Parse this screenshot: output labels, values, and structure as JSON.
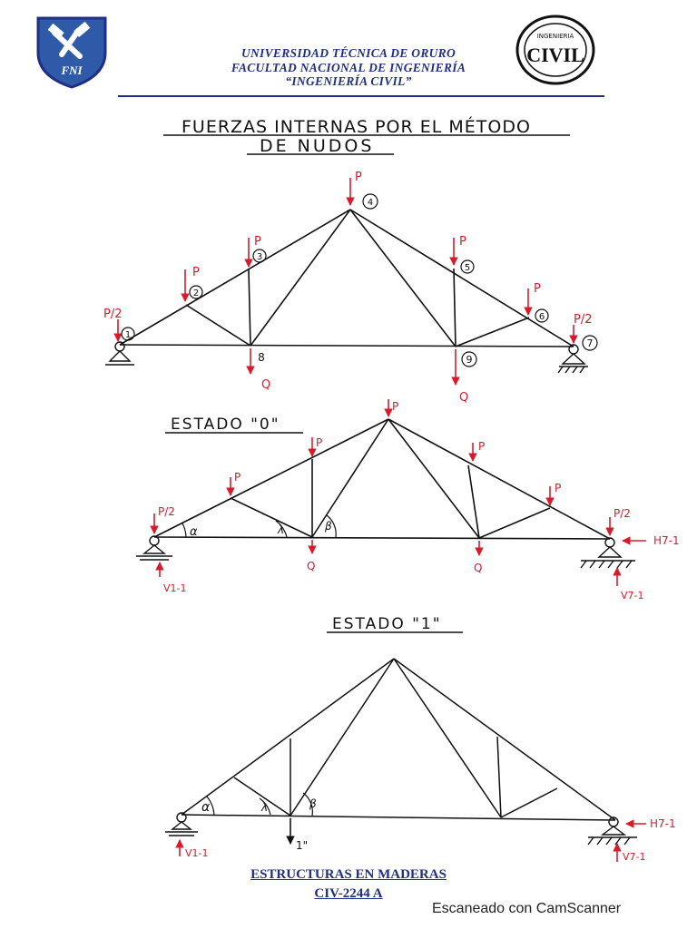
{
  "header": {
    "line1": "UNIVERSIDAD TÉCNICA DE ORURO",
    "line2": "FACULTAD NACIONAL DE INGENIERÍA",
    "line3": "“INGENIERÍA CIVIL”",
    "fni_logo_text": "FNI",
    "civil_logo_text": "CIVIL",
    "civil_logo_small": "INGENIERIA"
  },
  "title": {
    "line1": "FUERZAS INTERNAS POR EL MÉTODO",
    "line2": "DE NUDOS"
  },
  "diagram1": {
    "load": "P",
    "half_load": "P/2",
    "bottom_load": "Q",
    "nodes": [
      "1",
      "2",
      "3",
      "4",
      "5",
      "6",
      "7",
      "8",
      "9"
    ]
  },
  "diagram2": {
    "title": "ESTADO \"0\"",
    "load": "P",
    "half_load": "P/2",
    "bottom_load": "Q",
    "angle_alpha": "α",
    "angle_lambda": "λ",
    "angle_beta": "β",
    "reaction_v1": "V1-1",
    "reaction_h7": "H7-1",
    "reaction_v7": "V7-1"
  },
  "diagram3": {
    "title": "ESTADO \"1\"",
    "unit_load": "1\"",
    "angle_alpha": "α",
    "angle_lambda": "λ",
    "angle_beta": "β",
    "reaction_v1": "V1-1",
    "reaction_h7": "H7-1",
    "reaction_v7": "V7-1"
  },
  "footer": {
    "line1": "ESTRUCTURAS EN MADERAS",
    "line2": "CIV-2244 A",
    "scanner": "Escaneado con CamScanner"
  },
  "colors": {
    "header_blue": "#1f2f86",
    "ink": "#111111",
    "load_red": "#d81b2a"
  }
}
